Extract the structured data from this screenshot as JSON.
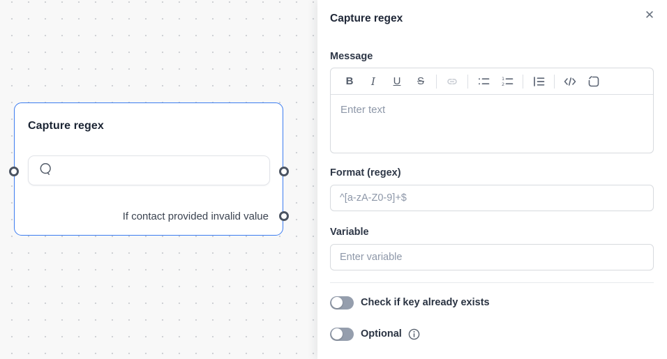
{
  "colors": {
    "accent_blue": "#3b7cf0",
    "canvas_bg": "#f8f8f8",
    "port_ring": "#4a5361",
    "toggle_track_off": "#959ead",
    "placeholder": "#8d97a8"
  },
  "canvas": {
    "node": {
      "title": "Capture regex",
      "message_input_value": "",
      "branch_label": "If contact provided invalid value",
      "ports": [
        "input-left",
        "output-right-top",
        "output-error-right"
      ]
    }
  },
  "panel": {
    "title": "Capture regex",
    "close_glyph": "✕",
    "message": {
      "label": "Message",
      "placeholder": "Enter text",
      "toolbar_letters": {
        "bold": "B",
        "italic": "I",
        "underline": "U",
        "strikethrough": "S"
      },
      "toolbar_icons": [
        "bold",
        "italic",
        "underline",
        "strikethrough",
        "link",
        "bulleted-list",
        "numbered-list",
        "indent-list",
        "code",
        "code-block"
      ],
      "link_disabled": true
    },
    "format": {
      "label": "Format (regex)",
      "placeholder": "^[a-zA-Z0-9]+$"
    },
    "variable": {
      "label": "Variable",
      "placeholder": "Enter variable"
    },
    "toggles": [
      {
        "label": "Check if key already exists",
        "state": "off"
      },
      {
        "label": "Optional",
        "state": "off",
        "info": true
      }
    ]
  }
}
